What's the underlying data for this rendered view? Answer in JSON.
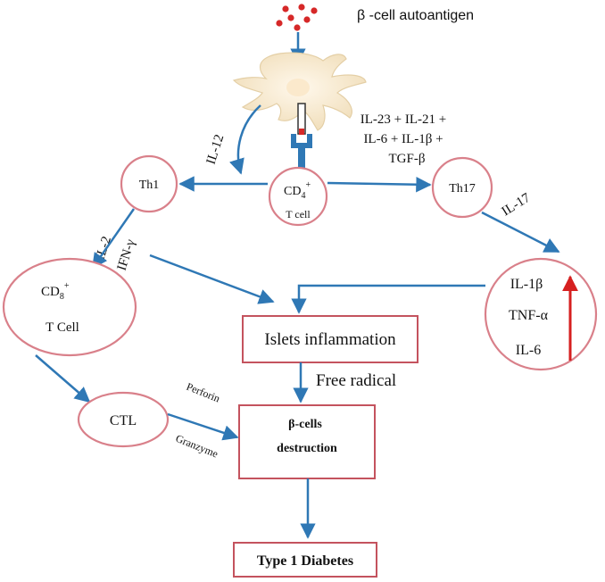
{
  "antigen": {
    "label": "β -cell autoantigen",
    "dot_color": "#d62828"
  },
  "cytokines_il12": "IL-12",
  "cytokines_th17_inducers": [
    "IL-23 + IL-21 +",
    "IL-6 + IL-1β +",
    "TGF-β"
  ],
  "cells": {
    "th1": "Th1",
    "cd4": {
      "main": "CD",
      "sub": "4",
      "sup": "+",
      "line2": "T cell"
    },
    "th17": "Th17",
    "cd8": {
      "main": "CD",
      "sub": "8",
      "sup": "+",
      "line2": "T Cell"
    },
    "ctl": "CTL"
  },
  "labels": {
    "il2": "IL-2",
    "ifng": "IFN-γ",
    "il17": "IL-17",
    "free_radical": "Free radical",
    "perforin": "Perforin",
    "granzyme": "Granzyme"
  },
  "th17_products": [
    "IL-1β",
    "TNF-α",
    "IL-6"
  ],
  "boxes": {
    "islets": "Islets inflammation",
    "destruction": [
      "β-cells",
      "destruction"
    ],
    "diabetes": "Type 1 Diabetes"
  },
  "colors": {
    "arrow": "#2f78b5",
    "circle_stroke": "#d9808a",
    "box_stroke": "#c4535e",
    "up_arrow": "#d62020"
  }
}
